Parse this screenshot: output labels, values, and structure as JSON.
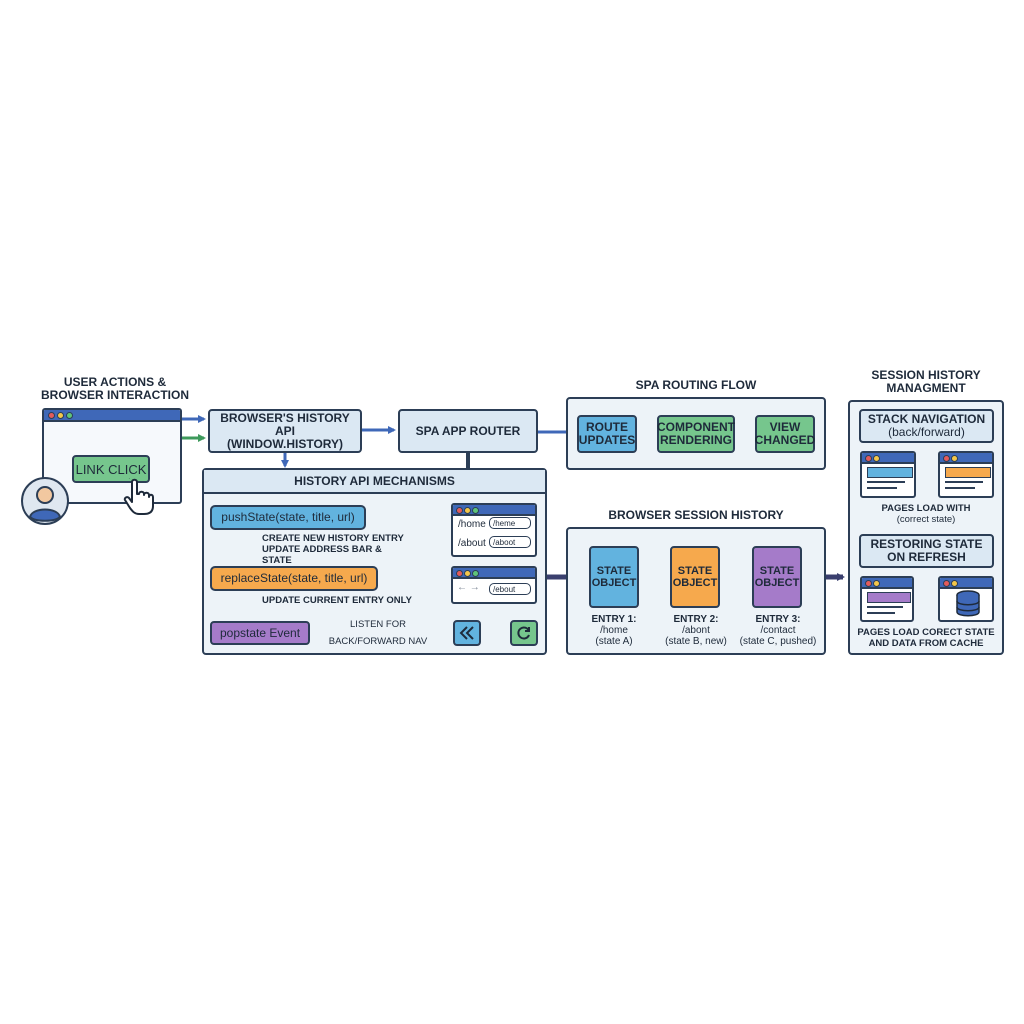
{
  "user": {
    "title_line1": "USER ACTIONS &",
    "title_line2": "BROWSER INTERACTION",
    "link_click": "LINK CLICK"
  },
  "history_api": {
    "line1": "BROWSER'S HISTORY API",
    "line2": "(WINDOW.HISTORY)"
  },
  "spa_router": "SPA APP ROUTER",
  "routing": {
    "title": "SPA ROUTING FLOW",
    "route_line1": "ROUTE",
    "route_line2": "UPDATES",
    "component_line1": "COMPONENT",
    "component_line2": "RENDERING",
    "view_line1": "VIEW",
    "view_line2": "CHANGED"
  },
  "mechanisms": {
    "title": "HISTORY API MECHANISMS",
    "push": "pushState(state, title, url)",
    "push_desc1": "CREATE NEW HISTORY ENTRY",
    "push_desc2": "UPDATE ADDRESS BAR & STATE",
    "home_label": "/home",
    "home_url": "/heme",
    "about_label": "/about",
    "about_url": "/aboot",
    "replace": "replaceState(state, title, url)",
    "replace_desc": "UPDATE CURRENT ENTRY ONLY",
    "replace_nav": "← →",
    "replace_url": "/ebout",
    "popstate": "popstate Event",
    "listen1": "LISTEN FOR",
    "listen2": "BACK/FORWARD NAV"
  },
  "session": {
    "title": "BROWSER SESSION HISTORY",
    "entries": [
      {
        "obj1": "STATE",
        "obj2": "OBJECT",
        "l1": "ENTRY 1:",
        "l2": "/home",
        "l3": "(state A)"
      },
      {
        "obj1": "STATE",
        "obj2": "OBJECT",
        "l1": "ENTRY 2:",
        "l2": "/abont",
        "l3": "(state B, new)"
      },
      {
        "obj1": "STATE",
        "obj2": "OBJECT",
        "l1": "ENTRY 3:",
        "l2": "/contact",
        "l3": "(state C, pushed)"
      }
    ]
  },
  "management": {
    "title_line1": "SESSION HISTORY",
    "title_line2": "MANAGMENT",
    "stack_line1": "STACK NAVIGATION",
    "stack_line2": "(back/forward)",
    "stack_desc1": "PAGES LOAD WITH",
    "stack_desc2": "(correct state)",
    "restore_line1": "RESTORING STATE",
    "restore_line2": "ON REFRESH",
    "restore_desc1": "PAGES LOAD CORECT STATE",
    "restore_desc2": "AND DATA FROM CACHE"
  },
  "colors": {
    "blue": "#62b3df",
    "green": "#76c68d",
    "orange": "#f6a94d",
    "purple": "#a57bc9",
    "panel": "#edf3f8",
    "border": "#2c3e56"
  }
}
